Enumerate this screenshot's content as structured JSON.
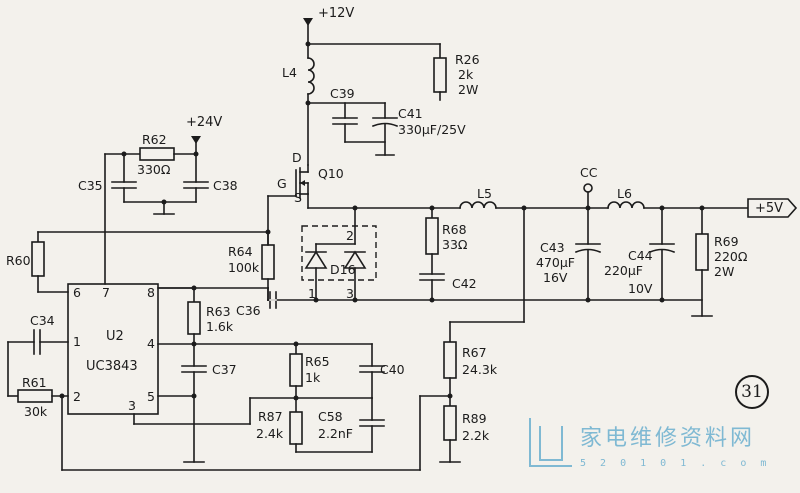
{
  "rails": {
    "v12": "+12V",
    "v24": "+24V",
    "v5": "+5V",
    "cc": "CC"
  },
  "components": {
    "R26": {
      "ref": "R26",
      "val": "2k",
      "val2": "2W"
    },
    "L4": {
      "ref": "L4"
    },
    "C39": {
      "ref": "C39"
    },
    "C41": {
      "ref": "C41",
      "val": "330μF/25V"
    },
    "R62": {
      "ref": "R62",
      "val": "330Ω"
    },
    "C35": {
      "ref": "C35"
    },
    "C38": {
      "ref": "C38"
    },
    "Q10": {
      "ref": "Q10",
      "pin_d": "D",
      "pin_g": "G",
      "pin_s": "S"
    },
    "L5": {
      "ref": "L5"
    },
    "L6": {
      "ref": "L6"
    },
    "R68": {
      "ref": "R68",
      "val": "33Ω"
    },
    "C42": {
      "ref": "C42"
    },
    "C43": {
      "ref": "C43",
      "val": "470μF",
      "val2": "16V"
    },
    "C44": {
      "ref": "C44",
      "val": "220μF",
      "val2": "10V"
    },
    "R69": {
      "ref": "R69",
      "val": "220Ω",
      "val2": "2W"
    },
    "R60": {
      "ref": "R60"
    },
    "R64": {
      "ref": "R64",
      "val": "100k"
    },
    "C36": {
      "ref": "C36"
    },
    "D16": {
      "ref": "D16",
      "pin1": "1",
      "pin2": "2",
      "pin3": "3"
    },
    "R63": {
      "ref": "R63",
      "val": "1.6k"
    },
    "U2": {
      "ref": "U2",
      "part": "UC3843",
      "pins": [
        "1",
        "2",
        "3",
        "4",
        "5",
        "6",
        "7",
        "8"
      ]
    },
    "C34": {
      "ref": "C34"
    },
    "R61": {
      "ref": "R61",
      "val": "30k"
    },
    "C37": {
      "ref": "C37"
    },
    "R65": {
      "ref": "R65",
      "val": "1k"
    },
    "C40": {
      "ref": "C40"
    },
    "R87": {
      "ref": "R87",
      "val": "2.4k"
    },
    "C58": {
      "ref": "C58",
      "val": "2.2nF"
    },
    "R67": {
      "ref": "R67",
      "val": "24.3k"
    },
    "R89": {
      "ref": "R89",
      "val": "2.2k"
    }
  },
  "figure_number": "31",
  "watermark": {
    "text": "家电维修资料网",
    "url": "5 2 0 1 0 1 . c o m"
  }
}
